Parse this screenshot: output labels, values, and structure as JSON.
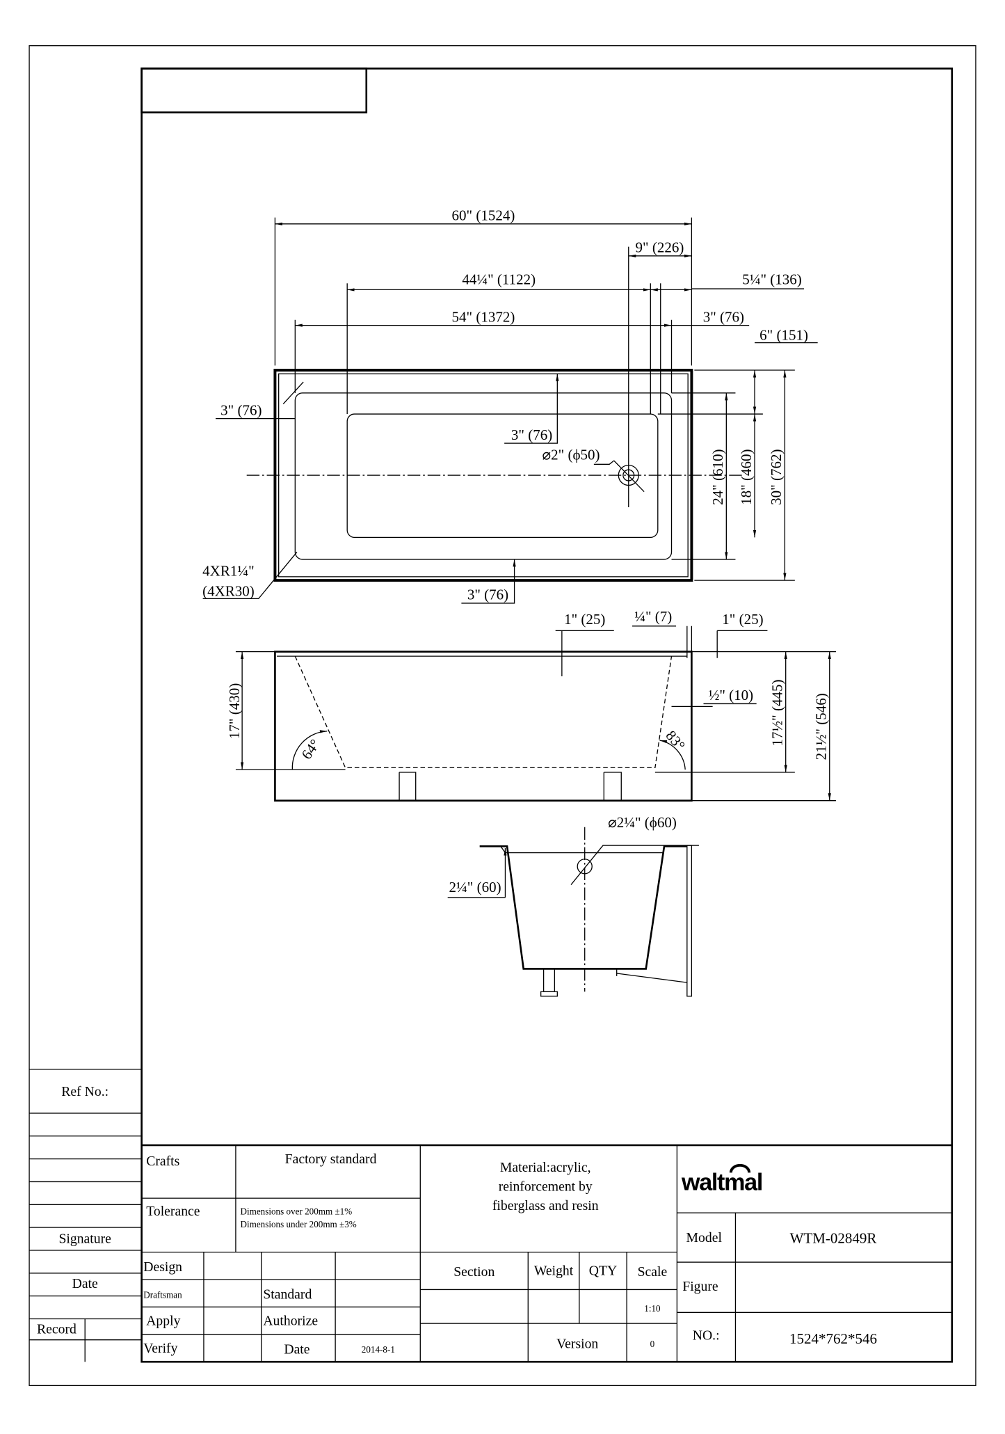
{
  "drawing": {
    "plan_dims": {
      "overall_length": "60\" (1524)",
      "drain_offset": "9\" (226)",
      "bottom_length": "44¼\" (1122)",
      "bottom_end_gap": "5¼\" (136)",
      "basin_length": "54\" (1372)",
      "basin_end_gap": "3\" (76)",
      "drain_side_gap": "6\" (151)",
      "rim_left": "3\" (76)",
      "rim_top": "3\" (76)",
      "drain_diameter": "⌀2\" (ϕ50)",
      "basin_width": "24\" (610)",
      "bottom_width": "18\" (460)",
      "overall_width": "30\" (762)",
      "corner_radius_in": "4XR1¼\"",
      "corner_radius_mm": "(4XR30)",
      "rim_bottom": "3\" (76)"
    },
    "side_dims": {
      "rim_thickness": "1\" (25)",
      "apron_thickness": "¼\" (7)",
      "apron_gap": "1\" (25)",
      "lip": "½\" (10)",
      "inner_depth": "17\" (430)",
      "water_depth": "17½\" (445)",
      "overall_height": "21½\" (546)",
      "angle_left": "64°",
      "angle_right": "83°"
    },
    "end_dims": {
      "overflow_diameter": "⌀2¼\" (ϕ60)",
      "overflow_height": "2¼\" (60)"
    }
  },
  "sidebar": {
    "ref_no": "Ref No.:",
    "signature": "Signature",
    "date": "Date",
    "record": "Record"
  },
  "title_block": {
    "crafts": "Crafts",
    "crafts_value": "Factory standard",
    "tolerance": "Tolerance",
    "tolerance_line1": "Dimensions over 200mm  ±1%",
    "tolerance_line2": "Dimensions under 200mm  ±3%",
    "material_line1": "Material:acrylic,",
    "material_line2": "reinforcement by",
    "material_line3": "fiberglass and resin",
    "logo": "waltmal",
    "design": "Design",
    "draftsman": "Draftsman",
    "standard": "Standard",
    "apply": "Apply",
    "authorize": "Authorize",
    "verify": "Verify",
    "date_label": "Date",
    "date_value": "2014-8-1",
    "section": "Section",
    "weight": "Weight",
    "qty": "QTY",
    "scale": "Scale",
    "scale_value": "1:10",
    "version": "Version",
    "version_value": "0",
    "model_label": "Model",
    "model_value": "WTM-02849R",
    "figure_label": "Figure",
    "no_label": "NO.:",
    "no_value": "1524*762*546"
  }
}
